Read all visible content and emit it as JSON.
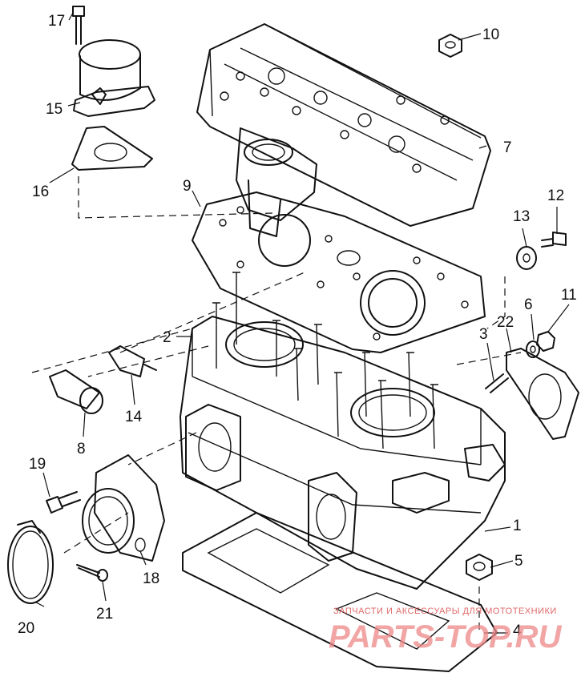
{
  "callouts": {
    "n1": "1",
    "n2": "2",
    "n3": "3",
    "n4": "4",
    "n5": "5",
    "n6": "6",
    "n7": "7",
    "n8": "8",
    "n9": "9",
    "n10": "10",
    "n11": "11",
    "n12": "12",
    "n13": "13",
    "n14": "14",
    "n15": "15",
    "n16": "16",
    "n17": "17",
    "n18": "18",
    "n19": "19",
    "n20": "20",
    "n21": "21",
    "n22": "22"
  },
  "watermark": {
    "tagline": "ЗАПЧАСТИ И АКСЕССУАРЫ ДЛЯ МОТОТЕХНИКИ",
    "logo": "PARTS-TOP.RU"
  },
  "colors": {
    "ink": "#111111",
    "watermark": "#e06a6a"
  }
}
